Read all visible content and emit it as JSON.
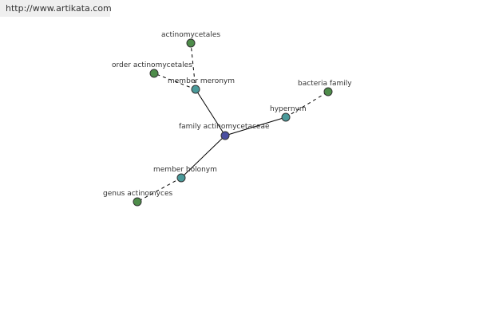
{
  "header": {
    "url": "http://www.artikata.com"
  },
  "colors": {
    "center": "#4a4ea0",
    "relation": "#4a9a9a",
    "leaf": "#4e8c4a",
    "edge": "#000000",
    "url_bg": "#efefef"
  },
  "graph": {
    "center": {
      "label": "family actinomycetaceae"
    },
    "relations": [
      {
        "label": "member meronym"
      },
      {
        "label": "hypernym"
      },
      {
        "label": "member holonym"
      }
    ],
    "leaves": [
      {
        "label": "actinomycetales"
      },
      {
        "label": "order actinomycetales"
      },
      {
        "label": "bacteria family"
      },
      {
        "label": "genus actinomyces"
      }
    ]
  }
}
